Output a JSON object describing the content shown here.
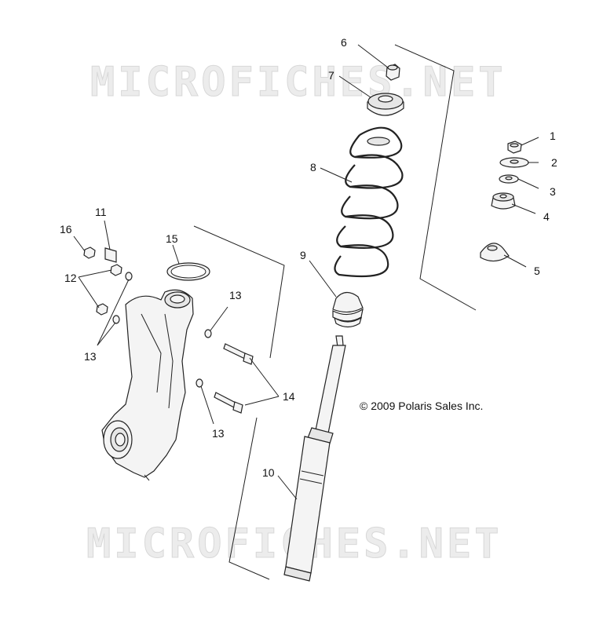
{
  "watermarks": [
    "MICROFICHES.NET",
    "MICROFICHES.NET"
  ],
  "copyright": "© 2009 Polaris Sales Inc.",
  "callouts": [
    "1",
    "2",
    "3",
    "4",
    "5",
    "6",
    "7",
    "8",
    "9",
    "10",
    "11",
    "12",
    "13",
    "13",
    "13",
    "14",
    "15",
    "16"
  ],
  "parts": [
    "nut",
    "washer",
    "washer",
    "bushing",
    "cup",
    "nut",
    "spring-seat",
    "coil-spring",
    "bump-stop",
    "strut-body",
    "clip",
    "nut",
    "washer",
    "bolt",
    "o-ring",
    "nut",
    "steering-knuckle"
  ]
}
